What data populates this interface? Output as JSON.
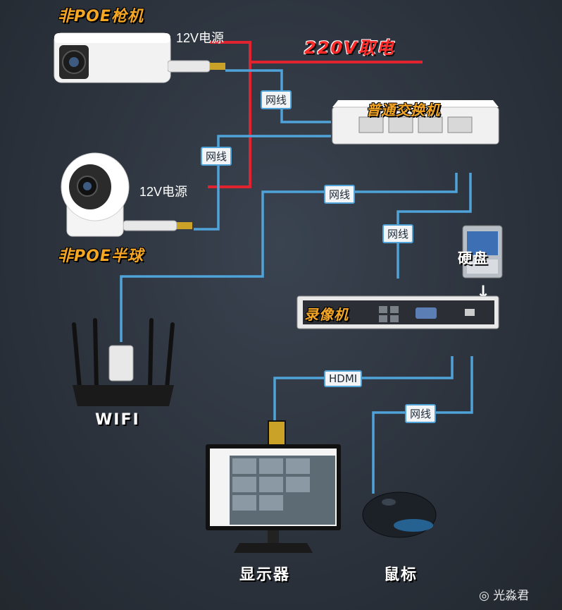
{
  "labels": {
    "bullet_camera": "非POE枪机",
    "dome_camera": "非POE半球",
    "power_12v_top": "12V电源",
    "power_12v_mid": "12V电源",
    "power_220": "220V取电",
    "switch": "普通交换机",
    "hdd": "硬盘",
    "nvr": "录像机",
    "wifi": "WIFI",
    "monitor": "显示器",
    "mouse": "鼠标"
  },
  "cable_tags": {
    "switch_top": "网线",
    "dome_to_switch": "网线",
    "switch_to_wifi": "网线",
    "switch_to_nvr": "网线",
    "nvr_to_monitor": "HDMI",
    "nvr_to_mouse": "网线"
  },
  "watermark": "光淼君",
  "colors": {
    "network_cable": "#4fa3d9",
    "power_cable": "#e0232e",
    "label_orange": "#f5a623",
    "background": "#2c333d"
  }
}
